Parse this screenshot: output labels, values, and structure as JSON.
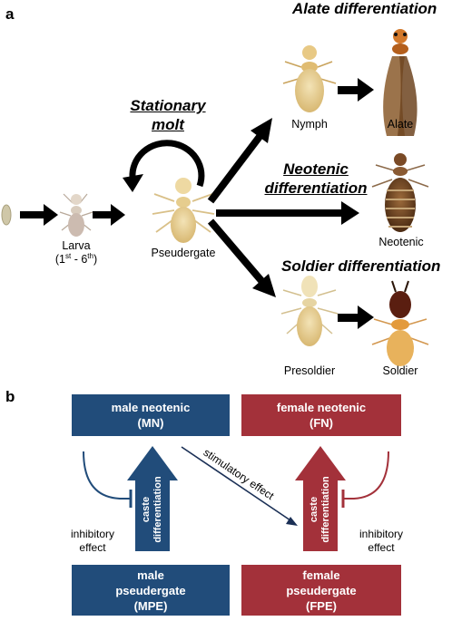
{
  "panel_a": {
    "label": "a",
    "headings": {
      "alate": "Alate differentiation",
      "stationary_line1": "Stationary",
      "stationary_line2": "molt",
      "neotenic_line1": "Neotenic",
      "neotenic_line2": "differentiation",
      "soldier": "Soldier differentiation"
    },
    "captions": {
      "larva": "Larva",
      "larva_range_start": "(1",
      "larva_sup1": "st",
      "larva_range_mid": " - 6",
      "larva_sup2": "th",
      "larva_range_end": ")",
      "pseudergate": "Pseudergate",
      "nymph": "Nymph",
      "alate": "Alate",
      "neotenic": "Neotenic",
      "presoldier": "Presoldier",
      "soldier": "Soldier"
    }
  },
  "panel_b": {
    "label": "b",
    "boxes": {
      "mn_line1": "male neotenic",
      "mn_line2": "(MN)",
      "fn_line1": "female neotenic",
      "fn_line2": "(FN)",
      "mpe_line1": "male",
      "mpe_line2": "pseudergate",
      "mpe_line3": "(MPE)",
      "fpe_line1": "female",
      "fpe_line2": "pseudergate",
      "fpe_line3": "(FPE)"
    },
    "arrow_label_line1": "caste",
    "arrow_label_line2": "differentiation",
    "stimulatory_label": "stimulatory effect",
    "inhibitory_line1": "inhibitory",
    "inhibitory_line2": "effect"
  },
  "colors": {
    "male_blue": "#214c7a",
    "female_red": "#a3313a",
    "arrow_black": "#000000"
  }
}
